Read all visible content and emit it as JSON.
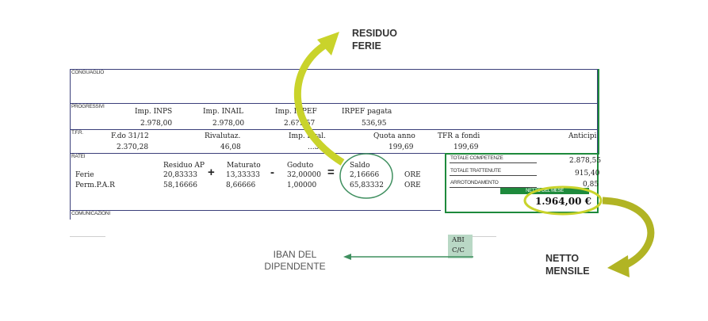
{
  "callouts": {
    "residuo_line1": "RESIDUO",
    "residuo_line2": "FERIE",
    "netto_line1": "NETTO",
    "netto_line2": "MENSILE",
    "iban_line1": "IBAN DEL",
    "iban_line2": "DIPENDENTE"
  },
  "sections": {
    "conguaglio": "CONGUAGLIO",
    "progressivi": "PROGRESSIVI",
    "tfr": "T.F.R.",
    "ratei": "RATEI",
    "comunicazioni": "COMUNICAZIONI"
  },
  "progressivi": {
    "headers": [
      "Imp. INPS",
      "Imp. INAIL",
      "Imp. IRPEF",
      "IRPEF pagata"
    ],
    "values": [
      "2.978,00",
      "2.978,00",
      "2.6?1,57",
      "536,95"
    ]
  },
  "tfr": {
    "headers": [
      "F.do 31/12",
      "Rivalutaz.",
      "Imp. rival.",
      "Quota anno",
      "TFR a fondi",
      "Anticipi"
    ],
    "values": [
      "2.370,28",
      "46,08",
      "...33",
      "199,69",
      "199,69"
    ]
  },
  "ratei": {
    "headers": [
      "Residuo AP",
      "Maturato",
      "Goduto",
      "Saldo"
    ],
    "operators": [
      "+",
      "-",
      "="
    ],
    "rows": [
      {
        "label": "Ferie",
        "residuo": "20,83333",
        "maturato": "13,33333",
        "goduto": "32,00000",
        "saldo": "2,16666",
        "unit": "ORE"
      },
      {
        "label": "Perm.P.A.R",
        "residuo": "58,16666",
        "maturato": "8,66666",
        "goduto": "1,00000",
        "saldo": "65,83332",
        "unit": "ORE"
      }
    ]
  },
  "totali": {
    "competenze_label": "TOTALE COMPETENZE",
    "competenze_value": "2.878,55",
    "trattenute_label": "TOTALE TRATTENUTE",
    "trattenute_value": "915,40",
    "arrotondamento_label": "ARROTONDAMENTO",
    "arrotondamento_value": "0,85",
    "netto_label": "NETTO DEL MESE",
    "netto_value": "1.964,00 €"
  },
  "bank": {
    "abi": "ABI",
    "cc": "C/C"
  },
  "colors": {
    "green": "#1e8a3c",
    "lime": "#c9d32b",
    "teal": "#3f8f5f",
    "rule": "#3b3f7a",
    "bank_bg": "#b9d8c5"
  }
}
